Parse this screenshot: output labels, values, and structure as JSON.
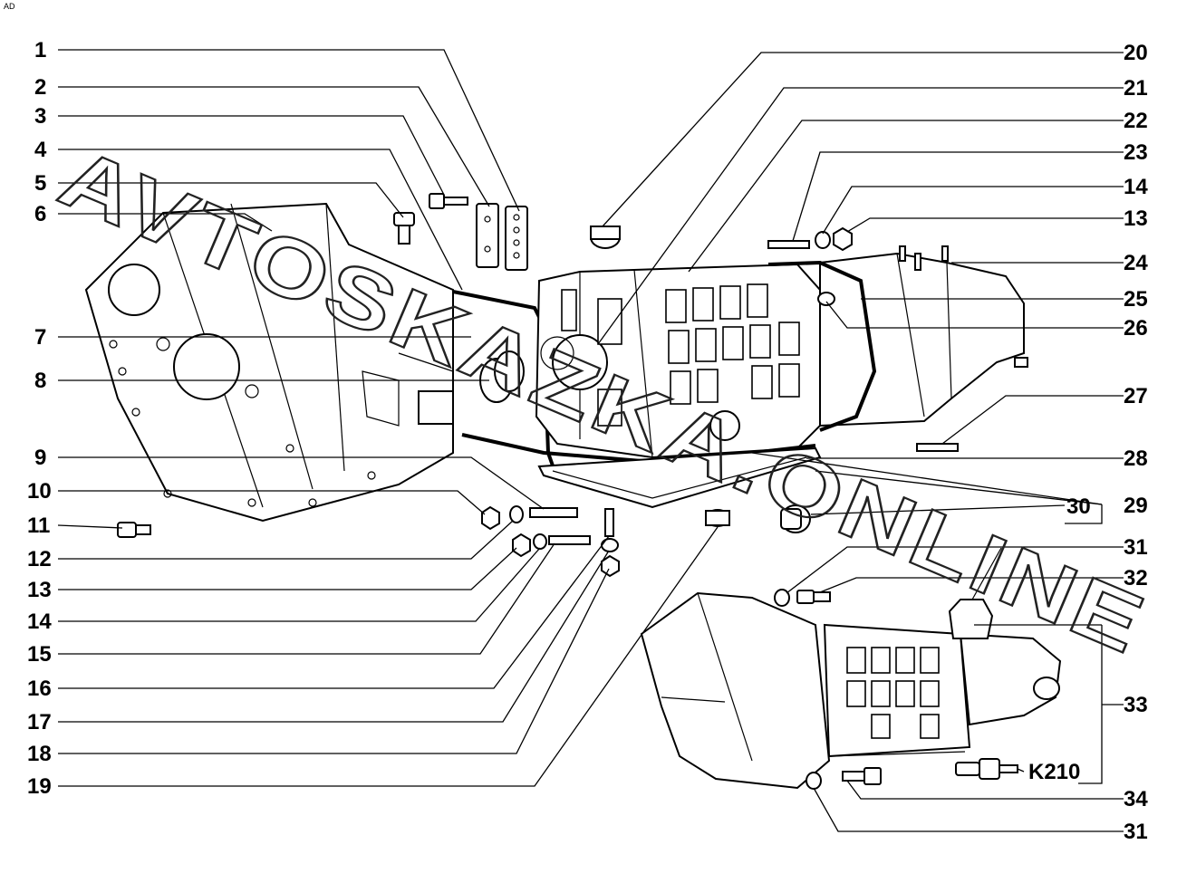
{
  "corner_mark": "AD",
  "watermark": "AVTOSKAZKA.ONLINE",
  "labels_left": [
    "1",
    "2",
    "3",
    "4",
    "5",
    "6",
    "7",
    "8",
    "9",
    "10",
    "11",
    "12",
    "13",
    "14",
    "15",
    "16",
    "17",
    "18",
    "19"
  ],
  "labels_right": [
    "20",
    "21",
    "22",
    "23",
    "14",
    "13",
    "24",
    "25",
    "26",
    "27",
    "28",
    "29",
    "30",
    "31",
    "32",
    "33",
    "34",
    "31"
  ],
  "sensor_label": "K210"
}
